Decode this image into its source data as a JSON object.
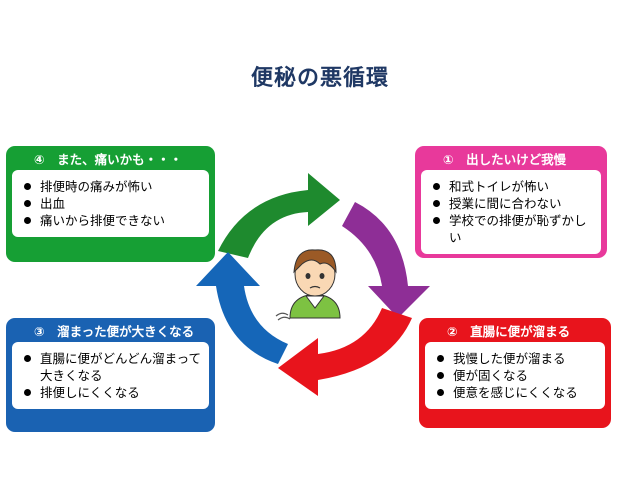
{
  "title": "便秘の悪循環",
  "boxes": [
    {
      "heading": "①　出したいけど我慢",
      "items": [
        "和式トイレが怖い",
        "授業に間に合わない",
        "学校での排便が恥ずかしい"
      ],
      "color": "#e8399b"
    },
    {
      "heading": "②　直腸に便が溜まる",
      "items": [
        "我慢した便が溜まる",
        "便が固くなる",
        "便意を感じにくくなる"
      ],
      "color": "#e8141c"
    },
    {
      "heading": "③　溜まった便が大きくなる",
      "items": [
        "直腸に便がどんどん溜まって大きくなる",
        "排便しにくくなる"
      ],
      "color": "#1a62b2"
    },
    {
      "heading": "④　また、痛いかも・・・",
      "items": [
        "排便時の痛みが怖い",
        "出血",
        "痛いから排便できない"
      ],
      "color": "#169f34"
    }
  ],
  "cycle_colors": {
    "green": "#1e8a2e",
    "purple": "#8e2e96",
    "red": "#e8141c",
    "blue": "#1566b8"
  }
}
